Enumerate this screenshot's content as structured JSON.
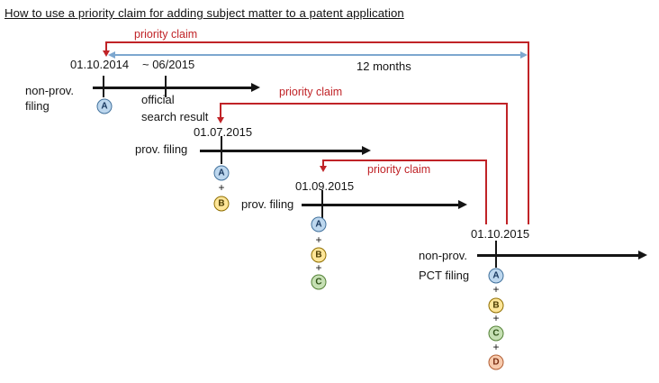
{
  "title": "How to use a priority claim for adding subject matter to a patent application",
  "plus": "+",
  "twelve_months": {
    "label": "12 months"
  },
  "priority_claims": [
    {
      "label": "priority claim"
    },
    {
      "label": "priority claim"
    },
    {
      "label": "priority claim"
    }
  ],
  "timelines": [
    {
      "label_line1": "non-prov.",
      "label_line2": "filing",
      "date": "01.10.2014",
      "secondary_date": "~ 06/2015",
      "note_line1": "official",
      "note_line2": "search result",
      "subjects": [
        "A"
      ]
    },
    {
      "label_line1": "prov. filing",
      "date": "01.07.2015",
      "subjects": [
        "A",
        "B"
      ]
    },
    {
      "label_line1": "prov. filing",
      "date": "01.09.2015",
      "subjects": [
        "A",
        "B",
        "C"
      ]
    },
    {
      "label_line1": "non-prov.",
      "label_line2": "PCT filing",
      "date": "01.10.2015",
      "subjects": [
        "A",
        "B",
        "C",
        "D"
      ]
    }
  ],
  "colors": {
    "red": "#c02327",
    "blue": "#7da7cf",
    "black": "#151515",
    "subjects": {
      "A": {
        "fill": "#bdd7ee",
        "border": "#41719c",
        "text": "#17365d"
      },
      "B": {
        "fill": "#ffe699",
        "border": "#8f6e00",
        "text": "#4a3b00"
      },
      "C": {
        "fill": "#c6e0b4",
        "border": "#538135",
        "text": "#2d5016"
      },
      "D": {
        "fill": "#f8cbad",
        "border": "#b15d33",
        "text": "#7a2e12"
      }
    }
  }
}
